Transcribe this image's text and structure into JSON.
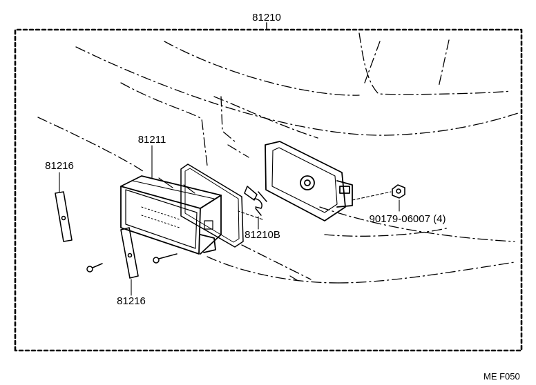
{
  "labels": {
    "assembly": "81210",
    "lens_housing": "81211",
    "bulb": "81210B",
    "bracket_top": "81216",
    "bracket_bottom": "81216",
    "nut": "90179-06007 (4)",
    "figure_code": "ME F050"
  },
  "icons": [
    "fog-lamp-assembly",
    "gasket",
    "bulb",
    "rear-housing",
    "bracket",
    "screw",
    "nut"
  ],
  "colors": {
    "ink": "#000000",
    "paper": "#ffffff"
  }
}
